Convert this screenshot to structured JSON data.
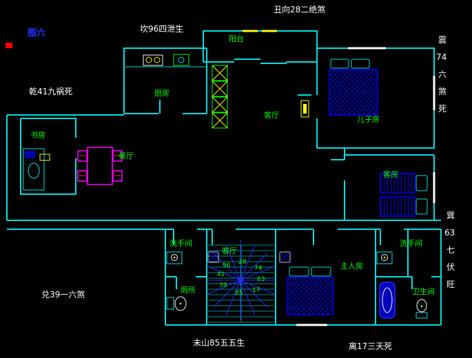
{
  "palette": {
    "background": "#000000",
    "wall": "#00e0e0",
    "room_label": "#00ff00",
    "annotation": "#ffffff",
    "figure_label_color": "#2233ff",
    "furniture_blue": "#0000dd",
    "dining_magenta": "#ff00ff",
    "accent_yellow": "#ffff00",
    "compass_blue": "#2a2aff",
    "stair_tread": "#008b8b",
    "marker_red": "#ff0000"
  },
  "annotations": {
    "figure_label": "图六",
    "top_center": "丑向28二绝煞",
    "top_left": "坎96四泄生",
    "left_upper": "乾41九祸死",
    "left_lower": "兑39一六煞",
    "bottom_center": "未山85五五生",
    "bottom_right": "离17三天死",
    "right_upper": [
      "震",
      "74",
      "六",
      "煞",
      "死"
    ],
    "right_lower": [
      "巽",
      "63",
      "七",
      "伏",
      "旺"
    ]
  },
  "rooms": {
    "balcony": "阳台",
    "kitchen": "厨房",
    "living": "客厅",
    "son_room": "儿子房",
    "study": "书房",
    "dining": "餐厅",
    "guest": "客房",
    "washroom_left": "洗手间",
    "stair_hall": "客厅",
    "master": "主人房",
    "washroom_right": "洗手间",
    "toilet": "厕所",
    "bathroom": "卫生间"
  },
  "compass": {
    "numbers": [
      "96",
      "28",
      "74",
      "41",
      "63",
      "39",
      "85",
      "17"
    ]
  }
}
